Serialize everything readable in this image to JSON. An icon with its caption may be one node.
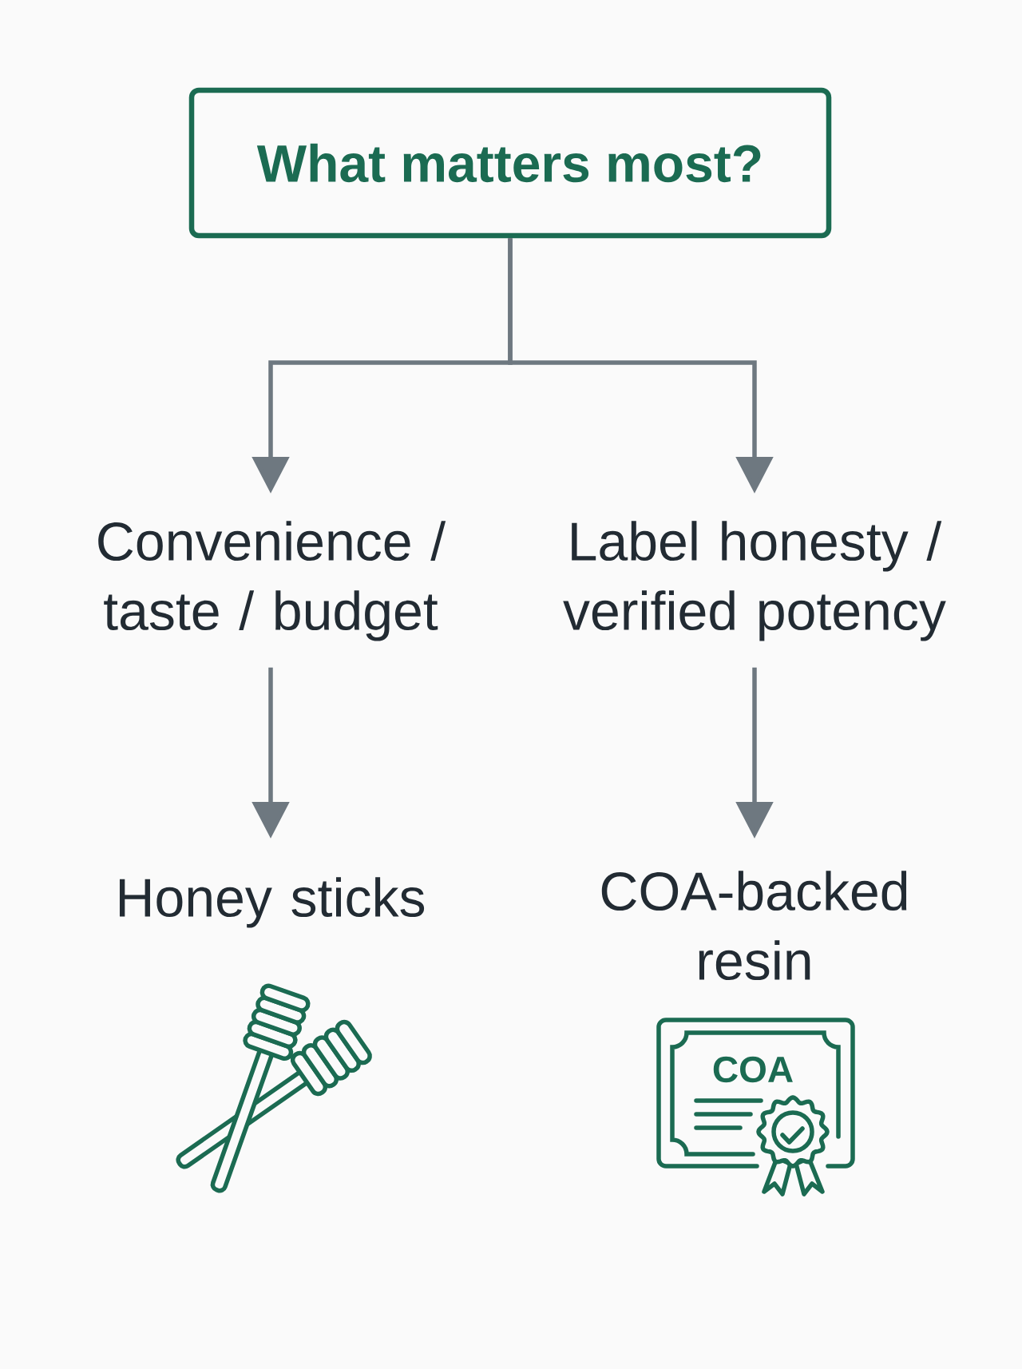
{
  "diagram": {
    "nodes": [
      {
        "text": [
          "What matters most?"
        ]
      },
      {
        "text": [
          "Convenience / taste / budget"
        ]
      },
      {
        "text": [
          "Label honesty / verified potency"
        ]
      },
      {
        "text": [
          "Honey sticks"
        ]
      },
      {
        "text": [
          "COA-backed resin"
        ]
      }
    ],
    "edges": [
      {
        "from": 0,
        "to": 1,
        "arrow": "to"
      },
      {
        "from": 0,
        "to": 2,
        "arrow": "to"
      },
      {
        "from": 1,
        "to": 3,
        "arrow": "to"
      },
      {
        "from": 2,
        "to": 4,
        "arrow": "to"
      }
    ],
    "labels": [
      "COA"
    ]
  }
}
